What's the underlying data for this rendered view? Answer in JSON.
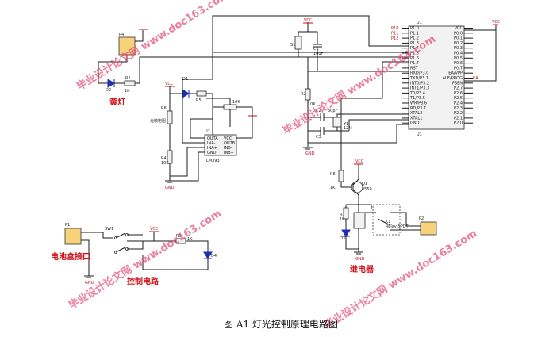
{
  "caption": "图 A1  灯光控制原理电路图",
  "labels": {
    "yellow_light": "黄灯",
    "battery_interface": "电池盒接口",
    "switch_circuit": "控制电路",
    "relay": "继电器"
  },
  "watermark": "毕业设计论文网 www.doc163.com",
  "mcu": {
    "ref": "U1",
    "left_pins": [
      "P1.0",
      "P1.1",
      "P1.2",
      "P1.3",
      "P1.4",
      "P1.5",
      "P1.6",
      "P1.7",
      "RST",
      "RXD/P3.0",
      "TXD/P3.1",
      "INT0/P3.2",
      "INT1/P3.3",
      "T0/P3.4",
      "T1/P3.5",
      "WR/P3.6",
      "RD/P3.7",
      "XTAL2",
      "XTAL1",
      "GND"
    ],
    "right_pins": [
      "VCC",
      "P0.0",
      "P0.1",
      "P0.2",
      "P0.3",
      "P0.4",
      "P0.5",
      "P0.6",
      "P0.7",
      "EA/VPP",
      "ALE/PROG",
      "PSEN",
      "P2.7",
      "P2.6",
      "P2.5",
      "P2.4",
      "P2.3",
      "P2.2",
      "P2.1",
      "P2.0"
    ],
    "bus_labels": [
      "P10",
      "P11",
      "P12"
    ],
    "vcc_label": "VCC",
    "ea_label": "EA",
    "ref_bottom": "U1"
  },
  "opamp": {
    "ref": "U2",
    "name": "LM393",
    "pins": [
      "OUTA",
      "INA-",
      "INA+",
      "GND",
      "VCC",
      "OUTB",
      "INB-",
      "INB+"
    ]
  },
  "parts": {
    "p4": "P4",
    "p1": "P1",
    "p2": "P2",
    "led_d2": "D2",
    "r1": "R1",
    "r1_val": "1K",
    "d1": "D1",
    "rs": "R5",
    "rs_val": "10K",
    "vcc1": "VCC",
    "ldr": "光敏电阻",
    "ldr_ref": "R6",
    "pot": "10K",
    "r4": "R4",
    "r4_val": "10K",
    "s1": "S1",
    "c1": "C1",
    "c1_val": "10uF",
    "r2": "R2",
    "r2_val": "10K",
    "c2": "C2",
    "c3": "C3",
    "c_val": "30pF",
    "y1": "Y1",
    "y1_val": "12M",
    "gnd": "GND",
    "r6": "R6",
    "r6_val": "1K",
    "q1": "Q1",
    "q1_val": "8550",
    "r7": "R7",
    "r7_val": "1K",
    "d3": "D3",
    "k1": "K1",
    "k1_val": "Relay-SPDT",
    "sw1": "SW1",
    "r3": "R3",
    "r3_val": "1K",
    "d4": "D4",
    "vcc2": "VCC"
  }
}
